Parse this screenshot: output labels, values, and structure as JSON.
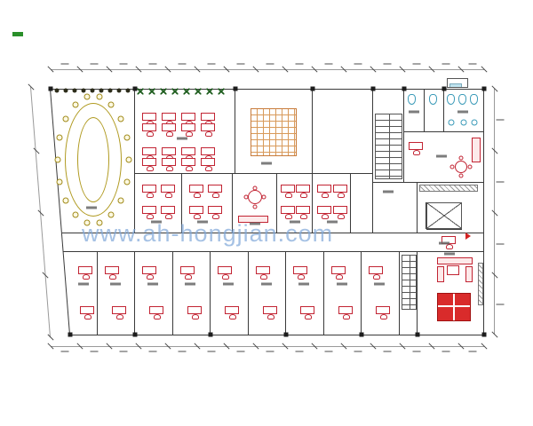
{
  "watermark": {
    "text": "www.ah-hongjian.com",
    "color": "#7fa8d9"
  },
  "colors": {
    "walls": "#3a3a3a",
    "dimension_lines": "#9a9a9a",
    "furniture_red": "#c22433",
    "conference_olive": "#b09a20",
    "tile_grid_orange": "#c87b3a",
    "fixtures_blue": "#3a9ab8",
    "plants_green": "#1d5c1d",
    "watermark_blue": "#7fa8d9",
    "background": "#ffffff"
  },
  "plan": {
    "walls": [
      [
        57,
        78,
        545,
        78,
        "d"
      ],
      [
        57,
        390,
        545,
        390,
        "d"
      ],
      [
        557,
        100,
        557,
        377,
        "d"
      ],
      [
        35,
        98,
        57,
        380,
        "d"
      ],
      [
        57,
        100,
        545,
        100
      ],
      [
        545,
        100,
        545,
        377
      ],
      [
        79,
        377,
        545,
        377
      ],
      [
        57,
        100,
        79,
        377
      ],
      [
        152,
        100,
        152,
        262
      ],
      [
        265,
        100,
        265,
        195
      ],
      [
        352,
        100,
        352,
        195
      ],
      [
        420,
        100,
        420,
        262
      ],
      [
        455,
        100,
        455,
        205
      ],
      [
        478,
        100,
        478,
        148
      ],
      [
        500,
        100,
        500,
        148
      ],
      [
        152,
        195,
        420,
        195
      ],
      [
        205,
        195,
        205,
        262
      ],
      [
        262,
        195,
        262,
        262
      ],
      [
        312,
        195,
        312,
        262
      ],
      [
        352,
        195,
        352,
        262
      ],
      [
        395,
        195,
        395,
        262
      ],
      [
        70,
        262,
        545,
        262
      ],
      [
        71,
        283,
        545,
        283
      ],
      [
        455,
        148,
        545,
        148
      ],
      [
        420,
        205,
        545,
        205
      ],
      [
        470,
        205,
        470,
        262
      ],
      [
        480,
        228,
        520,
        228
      ],
      [
        480,
        258,
        520,
        258
      ],
      [
        480,
        228,
        480,
        258
      ],
      [
        520,
        228,
        520,
        258
      ],
      [
        110,
        283,
        110,
        377
      ],
      [
        152,
        283,
        152,
        377
      ],
      [
        195,
        283,
        195,
        377
      ],
      [
        237,
        283,
        237,
        377
      ],
      [
        280,
        283,
        280,
        377
      ],
      [
        322,
        283,
        322,
        377
      ],
      [
        365,
        283,
        365,
        377
      ],
      [
        407,
        283,
        407,
        377
      ],
      [
        450,
        283,
        450,
        377
      ],
      [
        470,
        283,
        470,
        377
      ]
    ],
    "items": [
      [
        "oval",
        73,
        116,
        64,
        128
      ],
      [
        "oval",
        87,
        132,
        36,
        96
      ],
      [
        "cc",
        145,
        180
      ],
      [
        "cc",
        143,
        155
      ],
      [
        "cc",
        136,
        134
      ],
      [
        "cc",
        125,
        118
      ],
      [
        "cc",
        112,
        109
      ],
      [
        "cc",
        98,
        109
      ],
      [
        "cc",
        85,
        118
      ],
      [
        "cc",
        74,
        134
      ],
      [
        "cc",
        67,
        155
      ],
      [
        "cc",
        65,
        180
      ],
      [
        "cc",
        67,
        205
      ],
      [
        "cc",
        74,
        226
      ],
      [
        "cc",
        85,
        242
      ],
      [
        "cc",
        98,
        251
      ],
      [
        "cc",
        112,
        251
      ],
      [
        "cc",
        125,
        242
      ],
      [
        "cc",
        136,
        226
      ],
      [
        "cc",
        143,
        205
      ],
      [
        "pl",
        64,
        102
      ],
      [
        "pl",
        74,
        102
      ],
      [
        "pl",
        84,
        102
      ],
      [
        "pl",
        94,
        102
      ],
      [
        "pl",
        104,
        102
      ],
      [
        "pl",
        114,
        102
      ],
      [
        "pl",
        124,
        102
      ],
      [
        "pl",
        134,
        102
      ],
      [
        "pl",
        144,
        102
      ],
      [
        "px",
        158,
        103
      ],
      [
        "px",
        171,
        103
      ],
      [
        "px",
        184,
        103
      ],
      [
        "px",
        197,
        103
      ],
      [
        "px",
        210,
        103
      ],
      [
        "px",
        223,
        103
      ],
      [
        "px",
        236,
        103
      ],
      [
        "px",
        249,
        103
      ],
      [
        "dk",
        160,
        127
      ],
      [
        "dk",
        182,
        127
      ],
      [
        "dk",
        204,
        127
      ],
      [
        "dk",
        226,
        127
      ],
      [
        "dk",
        160,
        139
      ],
      [
        "dk",
        182,
        139
      ],
      [
        "dk",
        204,
        139
      ],
      [
        "dk",
        226,
        139
      ],
      [
        "dk",
        160,
        166
      ],
      [
        "dk",
        182,
        166
      ],
      [
        "dk",
        204,
        166
      ],
      [
        "dk",
        226,
        166
      ],
      [
        "dk",
        160,
        178
      ],
      [
        "dk",
        182,
        178
      ],
      [
        "dk",
        204,
        178
      ],
      [
        "dk",
        226,
        178
      ],
      [
        "dk",
        160,
        208
      ],
      [
        "dk",
        181,
        208
      ],
      [
        "dk",
        160,
        232
      ],
      [
        "dk",
        181,
        232
      ],
      [
        "dk",
        213,
        208
      ],
      [
        "dk",
        234,
        208
      ],
      [
        "dk",
        213,
        232
      ],
      [
        "dk",
        234,
        232
      ],
      [
        "dk",
        316,
        208
      ],
      [
        "dk",
        333,
        208
      ],
      [
        "dk",
        316,
        232
      ],
      [
        "dk",
        333,
        232
      ],
      [
        "dk",
        357,
        208
      ],
      [
        "dk",
        375,
        208
      ],
      [
        "dk",
        357,
        232
      ],
      [
        "dk",
        375,
        232
      ],
      [
        "dk",
        460,
        160
      ],
      [
        "dk",
        497,
        266
      ],
      [
        "dk",
        88,
        300
      ],
      [
        "dk",
        90,
        345
      ],
      [
        "dk",
        118,
        300
      ],
      [
        "dk",
        126,
        345
      ],
      [
        "dk",
        160,
        300
      ],
      [
        "dk",
        168,
        345
      ],
      [
        "dk",
        203,
        300
      ],
      [
        "dk",
        211,
        345
      ],
      [
        "dk",
        245,
        300
      ],
      [
        "dk",
        253,
        345
      ],
      [
        "dk",
        288,
        300
      ],
      [
        "dk",
        296,
        345
      ],
      [
        "dk",
        330,
        300
      ],
      [
        "dk",
        338,
        345
      ],
      [
        "dk",
        373,
        300
      ],
      [
        "dk",
        381,
        345
      ],
      [
        "dk",
        415,
        300
      ],
      [
        "dk",
        423,
        345
      ],
      [
        "rt",
        287,
        222,
        16
      ],
      [
        "rt",
        519,
        188,
        14
      ],
      [
        "cd",
        287,
        212
      ],
      [
        "cd",
        287,
        233
      ],
      [
        "cd",
        277,
        222
      ],
      [
        "cd",
        297,
        222
      ],
      [
        "cd",
        519,
        178
      ],
      [
        "cd",
        519,
        198
      ],
      [
        "cd",
        509,
        188
      ],
      [
        "cd",
        529,
        188
      ],
      [
        "tl",
        459,
        106
      ],
      [
        "tl",
        483,
        106
      ],
      [
        "tl",
        503,
        106
      ],
      [
        "tl",
        516,
        106
      ],
      [
        "tl",
        529,
        106
      ],
      [
        "sk",
        508,
        138
      ],
      [
        "sk",
        522,
        138
      ],
      [
        "sk",
        534,
        138
      ],
      [
        "bb",
        506,
        94,
        14,
        5
      ],
      [
        "st",
        422,
        128,
        31,
        74
      ],
      [
        "st",
        452,
        287,
        17,
        62
      ],
      [
        "cb",
        472,
        208,
        66,
        8
      ],
      [
        "cb",
        538,
        296,
        6,
        48
      ],
      [
        "xb",
        480,
        228,
        40,
        30
      ],
      [
        "sf",
        492,
        290,
        40,
        8
      ],
      [
        "sf",
        492,
        300,
        8,
        18
      ],
      [
        "sf",
        524,
        300,
        8,
        18
      ],
      [
        "sf",
        531,
        155,
        10,
        28
      ],
      [
        "sf",
        268,
        243,
        34,
        8
      ],
      [
        "tb",
        503,
        299,
        14,
        11
      ],
      [
        "bs",
        492,
        330,
        38,
        32
      ],
      [
        "fg",
        524,
        262
      ],
      [
        "gr",
        282,
        122,
        52,
        54
      ],
      [
        "ob",
        503,
        88,
        24,
        11
      ],
      [
        "gm",
        14,
        36,
        12,
        5
      ],
      [
        "lb",
        103,
        234
      ],
      [
        "lb",
        205,
        156
      ],
      [
        "lb",
        300,
        184
      ],
      [
        "lb",
        176,
        250
      ],
      [
        "lb",
        228,
        250
      ],
      [
        "lb",
        287,
        252
      ],
      [
        "lb",
        332,
        250
      ],
      [
        "lb",
        374,
        250
      ],
      [
        "lb",
        466,
        126
      ],
      [
        "lb",
        521,
        126
      ],
      [
        "lb",
        497,
        176
      ],
      [
        "lb",
        437,
        216
      ],
      [
        "lb",
        500,
        274
      ],
      [
        "lb",
        94,
        320
      ],
      [
        "lb",
        130,
        320
      ],
      [
        "lb",
        172,
        320
      ],
      [
        "lb",
        214,
        320
      ],
      [
        "lb",
        257,
        320
      ],
      [
        "lb",
        300,
        320
      ],
      [
        "lb",
        342,
        320
      ],
      [
        "lb",
        385,
        320
      ],
      [
        "lb",
        427,
        320
      ],
      [
        "lb",
        506,
        286
      ],
      [
        "cl",
        57,
        100
      ],
      [
        "cl",
        152,
        100
      ],
      [
        "cl",
        265,
        100
      ],
      [
        "cl",
        352,
        100
      ],
      [
        "cl",
        420,
        100
      ],
      [
        "cl",
        455,
        100
      ],
      [
        "cl",
        500,
        100
      ],
      [
        "cl",
        545,
        100
      ],
      [
        "cl",
        79,
        377
      ],
      [
        "cl",
        152,
        377
      ],
      [
        "cl",
        237,
        377
      ],
      [
        "cl",
        322,
        377
      ],
      [
        "cl",
        407,
        377
      ],
      [
        "cl",
        470,
        377
      ],
      [
        "cl",
        545,
        377
      ],
      [
        "tk",
        57,
        78
      ],
      [
        "tk",
        90,
        78
      ],
      [
        "tk",
        123,
        78
      ],
      [
        "tk",
        156,
        78
      ],
      [
        "tk",
        189,
        78
      ],
      [
        "tk",
        222,
        78
      ],
      [
        "tk",
        255,
        78
      ],
      [
        "tk",
        288,
        78
      ],
      [
        "tk",
        321,
        78
      ],
      [
        "tk",
        354,
        78
      ],
      [
        "tk",
        387,
        78
      ],
      [
        "tk",
        420,
        78
      ],
      [
        "tk",
        453,
        78
      ],
      [
        "tk",
        486,
        78
      ],
      [
        "tk",
        519,
        78
      ],
      [
        "tk",
        545,
        78
      ],
      [
        "tk",
        57,
        390
      ],
      [
        "tk",
        90,
        390
      ],
      [
        "tk",
        123,
        390
      ],
      [
        "tk",
        156,
        390
      ],
      [
        "tk",
        189,
        390
      ],
      [
        "tk",
        222,
        390
      ],
      [
        "tk",
        255,
        390
      ],
      [
        "tk",
        288,
        390
      ],
      [
        "tk",
        321,
        390
      ],
      [
        "tk",
        354,
        390
      ],
      [
        "tk",
        387,
        390
      ],
      [
        "tk",
        420,
        390
      ],
      [
        "tk",
        453,
        390
      ],
      [
        "tk",
        486,
        390
      ],
      [
        "tk",
        519,
        390
      ],
      [
        "tk",
        545,
        390
      ],
      [
        "tk",
        557,
        100
      ],
      [
        "tk",
        557,
        170
      ],
      [
        "tk",
        557,
        240
      ],
      [
        "tk",
        557,
        310
      ],
      [
        "tk",
        557,
        377
      ],
      [
        "tk",
        35,
        98
      ],
      [
        "tk",
        41,
        170
      ],
      [
        "tk",
        46,
        240
      ],
      [
        "tk",
        51,
        310
      ],
      [
        "tk",
        57,
        380
      ],
      [
        "dn",
        73,
        72
      ],
      [
        "dn",
        106,
        72
      ],
      [
        "dn",
        139,
        72
      ],
      [
        "dn",
        172,
        72
      ],
      [
        "dn",
        205,
        72
      ],
      [
        "dn",
        238,
        72
      ],
      [
        "dn",
        271,
        72
      ],
      [
        "dn",
        304,
        72
      ],
      [
        "dn",
        337,
        72
      ],
      [
        "dn",
        370,
        72
      ],
      [
        "dn",
        403,
        72
      ],
      [
        "dn",
        436,
        72
      ],
      [
        "dn",
        469,
        72
      ],
      [
        "dn",
        502,
        72
      ],
      [
        "dn",
        532,
        72
      ],
      [
        "dn",
        73,
        396
      ],
      [
        "dn",
        106,
        396
      ],
      [
        "dn",
        139,
        396
      ],
      [
        "dn",
        172,
        396
      ],
      [
        "dn",
        205,
        396
      ],
      [
        "dn",
        238,
        396
      ],
      [
        "dn",
        271,
        396
      ],
      [
        "dn",
        304,
        396
      ],
      [
        "dn",
        337,
        396
      ],
      [
        "dn",
        370,
        396
      ],
      [
        "dn",
        403,
        396
      ],
      [
        "dn",
        436,
        396
      ],
      [
        "dn",
        469,
        396
      ],
      [
        "dn",
        502,
        396
      ],
      [
        "dn",
        532,
        396
      ],
      [
        "dn",
        563,
        135
      ],
      [
        "dn",
        563,
        205
      ],
      [
        "dn",
        563,
        275
      ],
      [
        "dn",
        563,
        343
      ]
    ]
  }
}
